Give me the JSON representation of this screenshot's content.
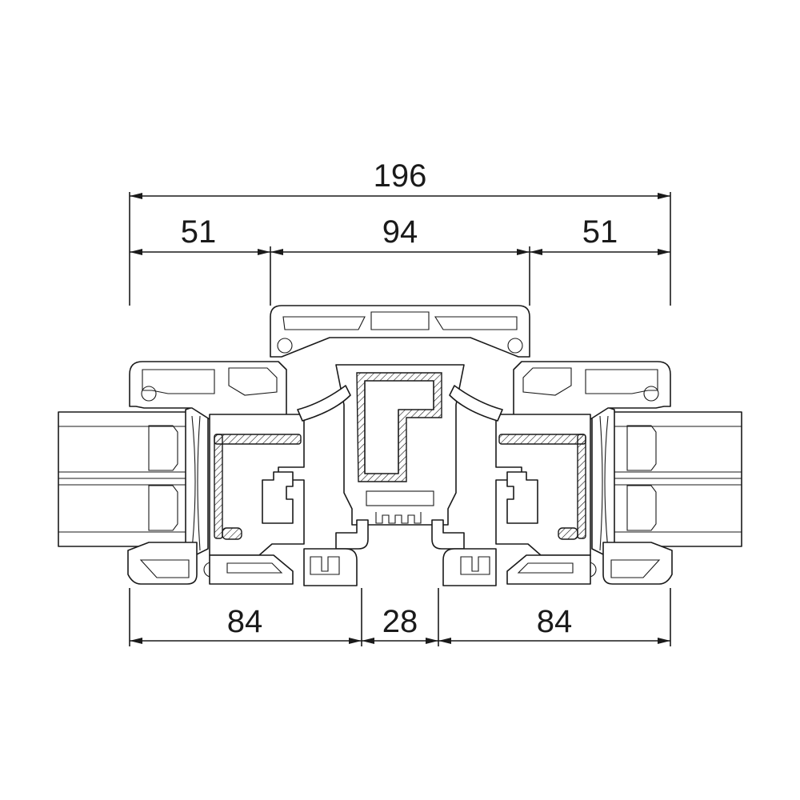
{
  "drawing": {
    "dimensions": {
      "overall": "196",
      "top_left": "51",
      "top_center": "94",
      "top_right": "51",
      "bottom_left": "84",
      "bottom_center": "28",
      "bottom_right": "84"
    },
    "colors": {
      "line": "#1a1a1a",
      "background": "#ffffff"
    }
  }
}
